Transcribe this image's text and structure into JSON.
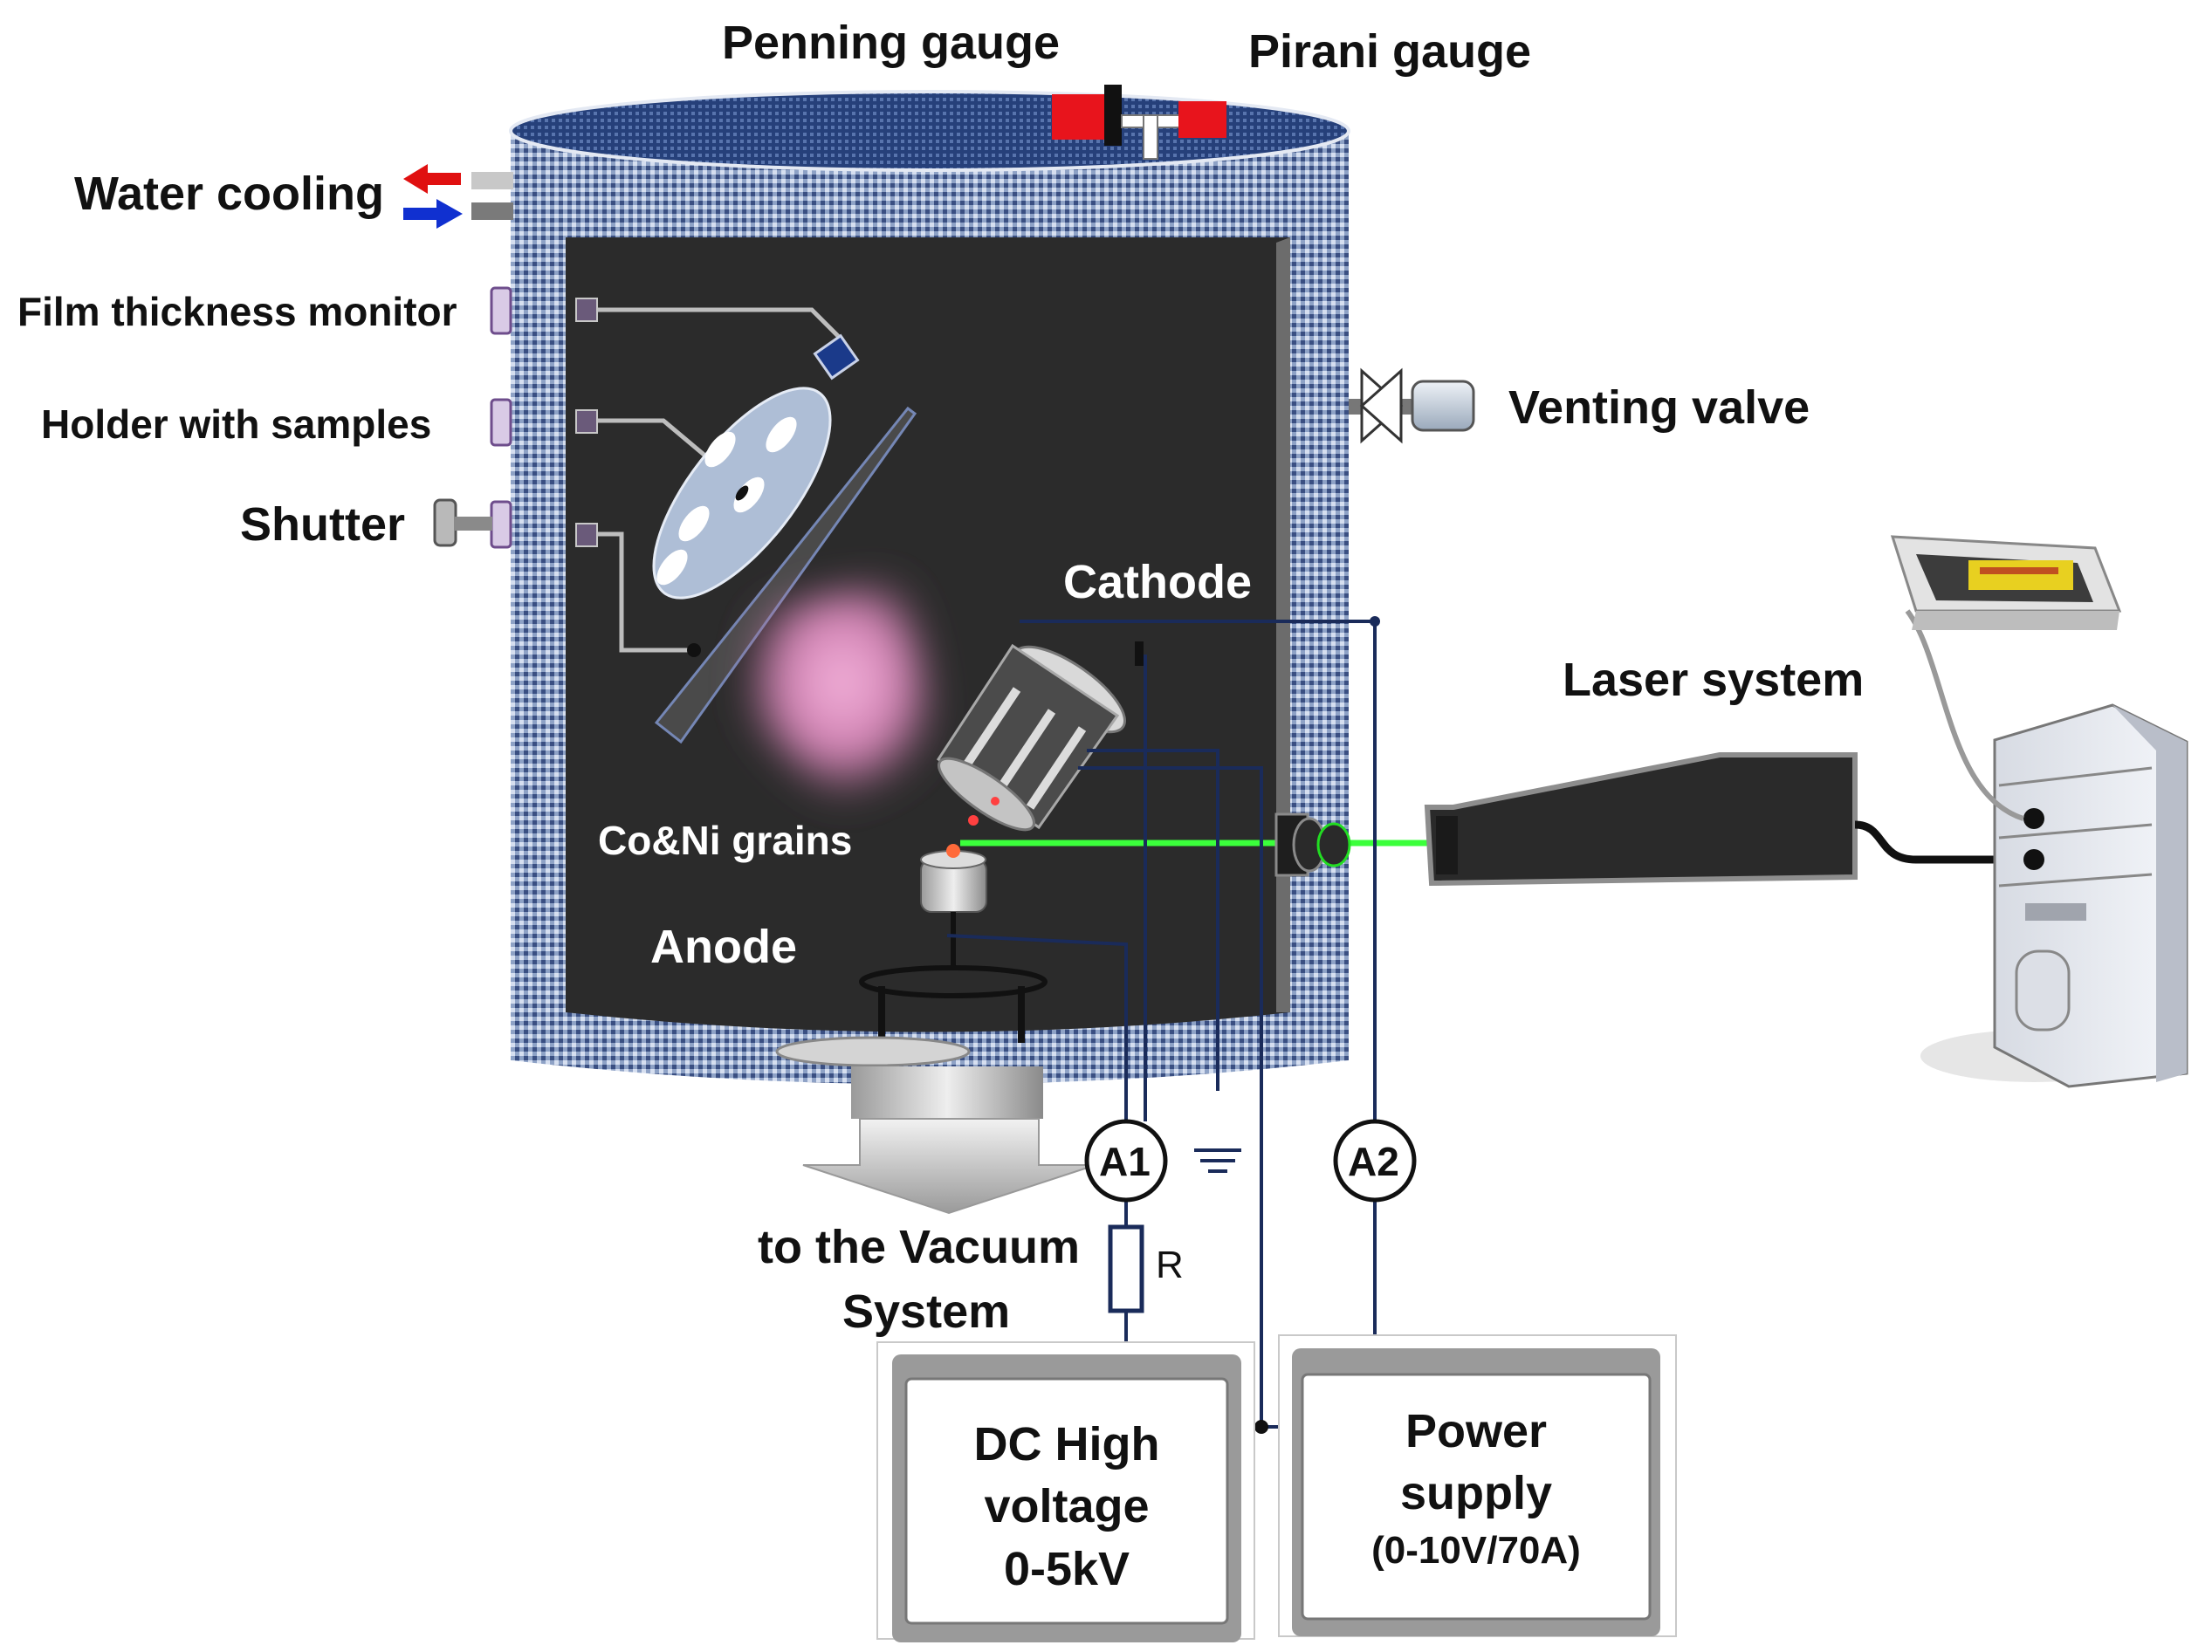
{
  "labels": {
    "penning_gauge": "Penning gauge",
    "pirani_gauge": "Pirani gauge",
    "water_cooling": "Water cooling",
    "film_thickness_monitor": "Film thickness monitor",
    "holder_with_samples": "Holder with samples",
    "shutter": "Shutter",
    "venting_valve": "Venting valve",
    "cathode": "Cathode",
    "laser_system": "Laser system",
    "grains": "Co&Ni grains",
    "anode": "Anode",
    "vacuum_line1": "to the Vacuum",
    "vacuum_line2": "System",
    "ammeter1": "A1",
    "ammeter2": "A2",
    "resistor": "R"
  },
  "hv_supply": {
    "line1": "DC High",
    "line2": "voltage",
    "line3": "0-5kV"
  },
  "power_supply": {
    "line1": "Power",
    "line2": "supply",
    "line3": "(0-10V/70A)"
  },
  "colors": {
    "chamber_fill": "#2b2b2b",
    "chamber_wall": "#8fa3c8",
    "laser_beam": "#22dd22",
    "plasma": "#f2a3d4",
    "gauge_red": "#e8141c",
    "arrow_hot": "#e01010",
    "arrow_cold": "#1030d0",
    "wire": "#1a2b5a"
  }
}
